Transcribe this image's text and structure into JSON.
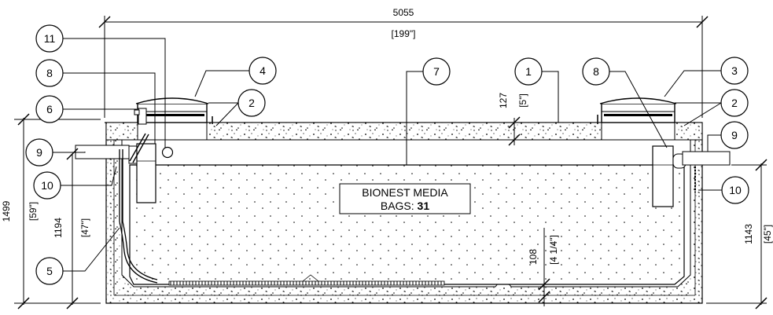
{
  "dimensions": {
    "overall_length_mm": "5055",
    "overall_length_in": "[199\"]",
    "total_height_mm": "1499",
    "total_height_in": "[59\"]",
    "inlet_height_mm": "1194",
    "inlet_height_in": "[47\"]",
    "outlet_height_mm": "1143",
    "outlet_height_in": "[45\"]",
    "cover_thickness_mm": "127",
    "cover_thickness_in": "[5\"]",
    "bottom_offset_mm": "108",
    "bottom_offset_in": "[4 1/4\"]"
  },
  "media_label": {
    "line1": "BIONEST MEDIA",
    "line2_prefix": "BAGS: ",
    "line2_value": "31"
  },
  "callouts": {
    "c1": "1",
    "c2a": "2",
    "c2b": "2",
    "c3": "3",
    "c4": "4",
    "c5": "5",
    "c6": "6",
    "c7": "7",
    "c8a": "8",
    "c8b": "8",
    "c9a": "9",
    "c9b": "9",
    "c10a": "10",
    "c10b": "10",
    "c11": "11"
  }
}
